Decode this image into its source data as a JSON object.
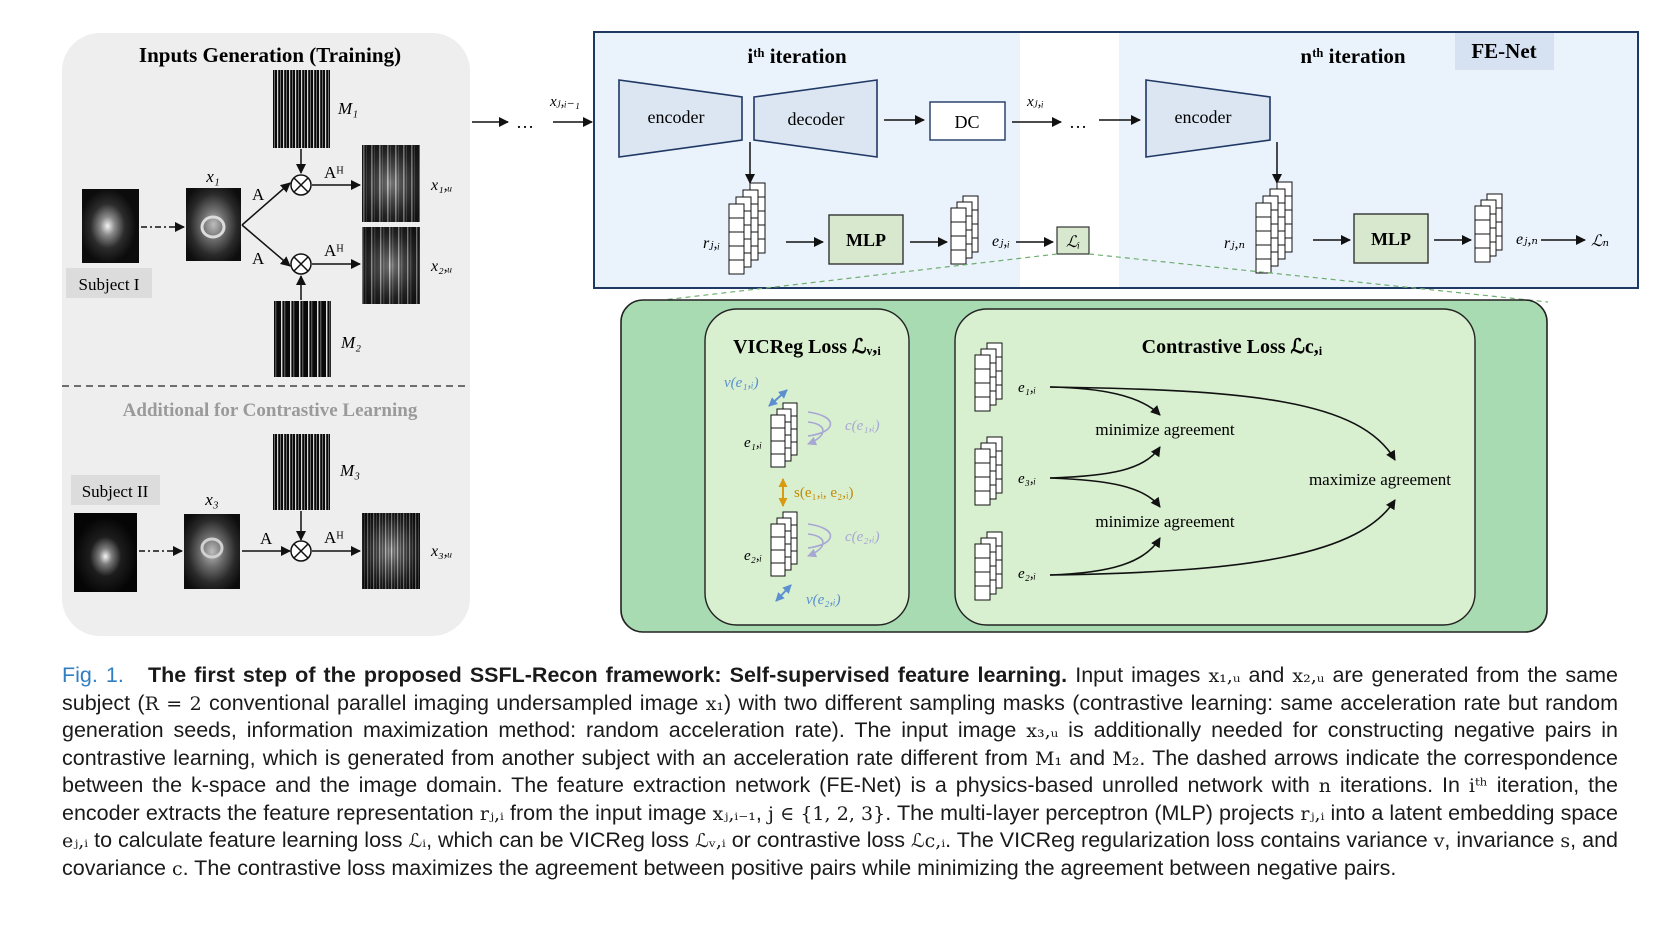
{
  "left_panel": {
    "title": "Inputs Generation (Training)",
    "additional_title": "Additional for Contrastive Learning",
    "subject1": "Subject I",
    "subject2": "Subject II",
    "m1": "M₁",
    "m2": "M₂",
    "m3": "M₃",
    "x1": "x₁",
    "x3": "x₃",
    "x1u": "x₁,ᵤ",
    "x2u": "x₂,ᵤ",
    "x3u": "x₃,ᵤ",
    "op_a": "A",
    "op_ah": "Aᴴ",
    "ellipsis": "…"
  },
  "fenet": {
    "label": "FE-Net",
    "iter_i": "iᵗʰ iteration",
    "iter_n": "nᵗʰ iteration",
    "encoder": "encoder",
    "decoder": "decoder",
    "dc": "DC",
    "mlp": "MLP",
    "x_in": "xⱼ,ᵢ₋₁",
    "x_out": "xⱼ,ᵢ",
    "r_i": "rⱼ,ᵢ",
    "e_i": "eⱼ,ᵢ",
    "L_i": "ℒᵢ",
    "r_n": "rⱼ,ₙ",
    "e_n": "eⱼ,ₙ",
    "L_n": "ℒₙ"
  },
  "vicreg": {
    "title": "VICReg Loss ℒᵥ,ᵢ",
    "v1": "v(e₁,ᵢ)",
    "c1": "c(e₁,ᵢ)",
    "e1": "e₁,ᵢ",
    "s": "s(e₁,ᵢ, e₂,ᵢ)",
    "e2": "e₂,ᵢ",
    "c2": "c(e₂,ᵢ)",
    "v2": "v(e₂,ᵢ)"
  },
  "contrastive": {
    "title": "Contrastive Loss ℒc,ᵢ",
    "e1": "e₁,ᵢ",
    "e3": "e₃,ᵢ",
    "e2": "e₂,ᵢ",
    "min1": "minimize agreement",
    "min2": "minimize agreement",
    "max": "maximize agreement"
  },
  "caption": {
    "fig_label": "Fig. 1.",
    "bold_title": "The first step of the proposed SSFL-Recon framework: Self-supervised feature learning.",
    "t01": "Input images",
    "m01": "x₁,ᵤ",
    "t02": "and",
    "m02": "x₂,ᵤ",
    "t03": "are generated from the same subject (",
    "m03": "R = 2",
    "t04": "conventional parallel imaging undersampled image",
    "m04": "x₁",
    "t05": ") with two different sampling masks (contrastive learning: same acceleration rate but random generation seeds, information maximization method: random acceleration rate). The input image",
    "m05": "x₃,ᵤ",
    "t06": "is additionally needed for constructing negative pairs in contrastive learning, which is generated from another subject with an acceleration rate different from",
    "m06": "M₁",
    "t07": "and",
    "m07": "M₂",
    "t08": ". The dashed arrows indicate the correspondence between the k-space and the image domain. The feature extraction network (FE-Net) is a physics-based unrolled network with",
    "m08": "n",
    "t09": "iterations. In",
    "m09": "iᵗʰ",
    "t10": "iteration, the encoder extracts the feature representation",
    "m10": "rⱼ,ᵢ",
    "t11": "from the input image",
    "m11": "xⱼ,ᵢ₋₁",
    "t12": ",",
    "m12": "j ∈ {1, 2, 3}",
    "t13": ". The multi-layer perceptron (MLP) projects",
    "m13": "rⱼ,ᵢ",
    "t14": "into a latent embedding space",
    "m14": "eⱼ,ᵢ",
    "t15": "to calculate feature learning loss",
    "m15": "ℒᵢ",
    "t16": ", which can be VICReg loss",
    "m16": "ℒᵥ,ᵢ",
    "t17": "or contrastive loss",
    "m17": "ℒc,ᵢ",
    "t18": ". The VICReg regularization loss contains variance",
    "m18": "v",
    "t19": ", invariance",
    "m19": "s",
    "t20": ", and covariance",
    "m20": "c",
    "t21": ". The contrastive loss maximizes the agreement between positive pairs while minimizing the agreement between negative pairs."
  },
  "colors": {
    "left_panel_bg": "#eeeeee",
    "fenet_bg": "#eaf2fb",
    "fenet_border": "#1f3864",
    "block_fill": "#dce6f2",
    "mlp_fill": "#d8e8cf",
    "loss_panel_bg": "#a9dbb2",
    "inner_panel_bg": "#d8efd0",
    "caption_blue": "#2f7fc2",
    "v_arrow": "#5b8fd0",
    "c_arrow": "#a7a7d4",
    "s_arrow": "#d79a10"
  }
}
